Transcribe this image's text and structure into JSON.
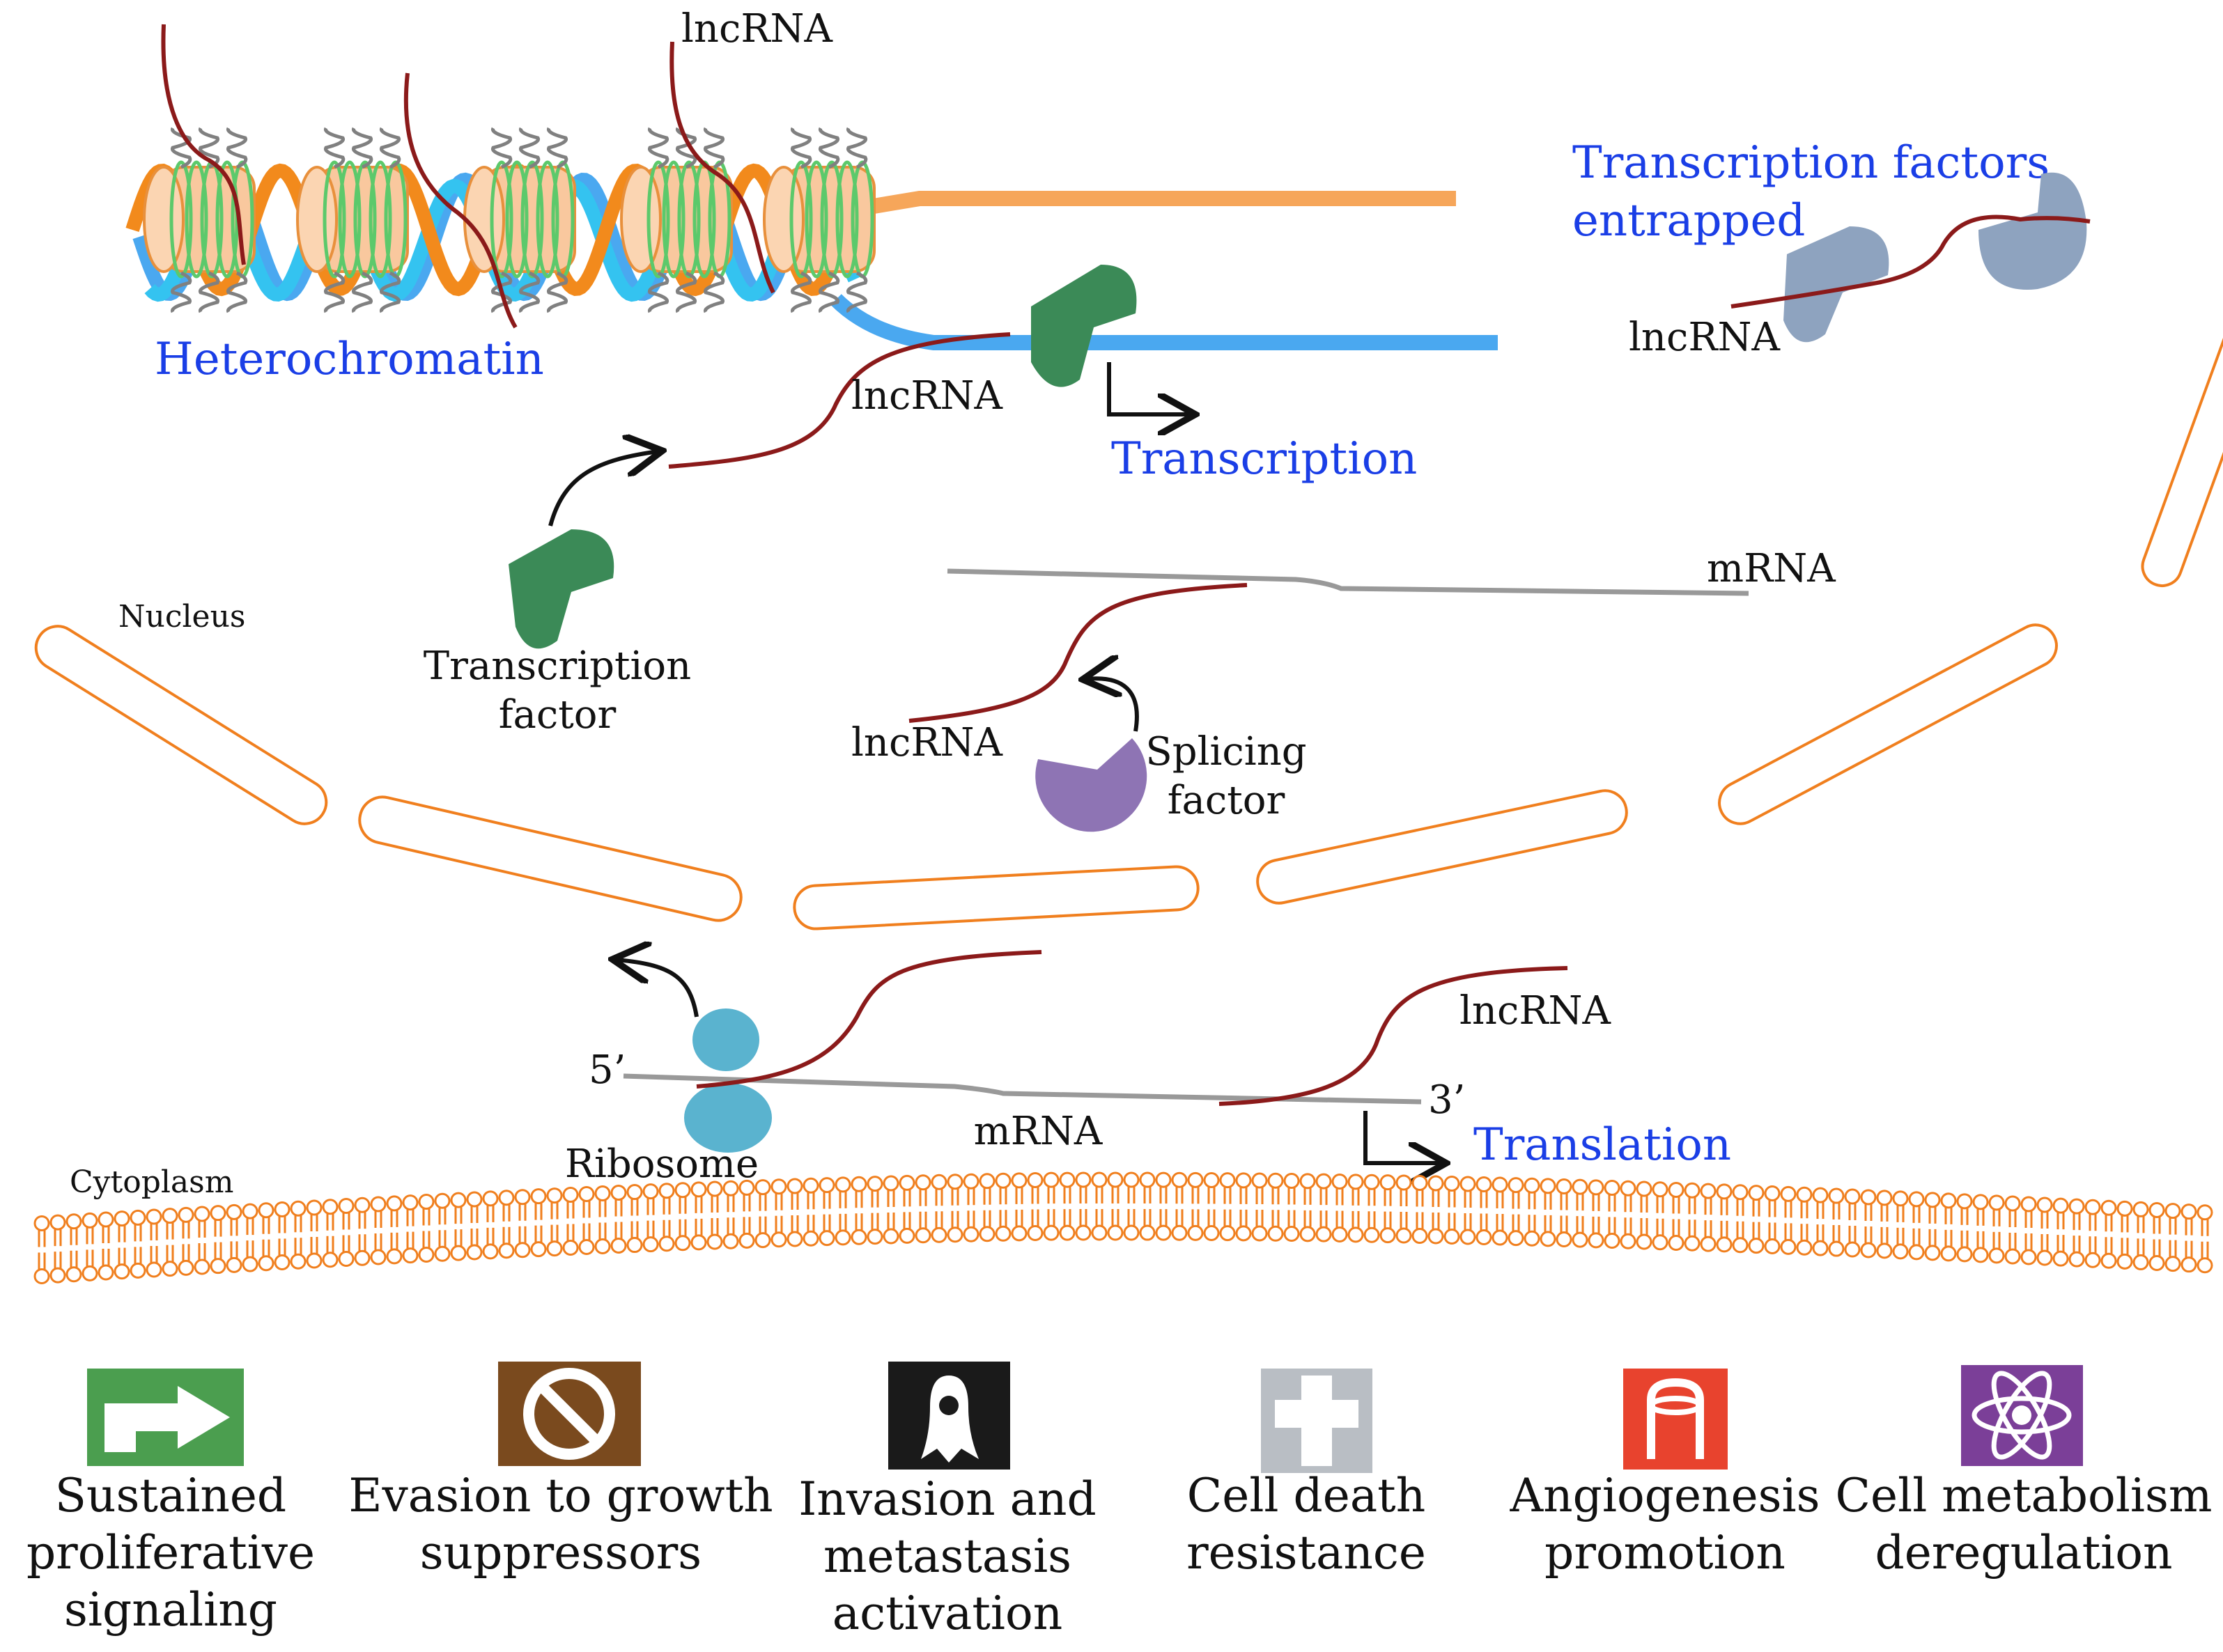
{
  "labels": {
    "lncrna_top": "lncRNA",
    "heterochromatin": "Heterochromatin",
    "lncrna_mid": "lncRNA",
    "transcription": "Transcription",
    "tf_entrapped_line1": "Transcription factors",
    "tf_entrapped_line2": "entrapped",
    "lncrna_entrapped": "lncRNA",
    "nucleus": "Nucleus",
    "transcription_factor_line1": "Transcription",
    "transcription_factor_line2": "factor",
    "mrna_nucleus": "mRNA",
    "lncrna_splicing": "lncRNA",
    "splicing_factor_line1": "Splicing",
    "splicing_factor_line2": "factor",
    "five_prime": "5’",
    "ribosome": "Ribosome",
    "mrna_cytoplasm": "mRNA",
    "three_prime": "3’",
    "lncrna_translation": "lncRNA",
    "translation": "Translation",
    "cytoplasm": "Cytoplasm"
  },
  "hallmarks": [
    {
      "icon": "arrow-icon",
      "color": "#4b9e4f",
      "lines": [
        "Sustained",
        "proliferative",
        "signaling"
      ]
    },
    {
      "icon": "prohibited-icon",
      "color": "#7a4a1e",
      "lines": [
        "Evasion to growth",
        "suppressors"
      ]
    },
    {
      "icon": "invasion-icon",
      "color": "#1a1a1a",
      "lines": [
        "Invasion and",
        "metastasis",
        "activation"
      ]
    },
    {
      "icon": "cross-icon",
      "color": "#b9bec4",
      "lines": [
        "Cell death",
        "resistance"
      ]
    },
    {
      "icon": "vessel-icon",
      "color": "#e8432e",
      "lines": [
        "Angiogenesis",
        "promotion"
      ]
    },
    {
      "icon": "atom-icon",
      "color": "#7b3f98",
      "lines": [
        "Cell metabolism",
        "deregulation"
      ]
    }
  ],
  "colors": {
    "lncrna": "#8b1a1a",
    "dna_blue": "#4aa8f0",
    "dna_orange": "#f6a65a",
    "transcription_factor": "#3b8a57",
    "entrapped_factor": "#8ea3bf",
    "splicing_factor": "#8e74b4",
    "ribosome": "#5ab3cf",
    "membrane": "#f07f1e",
    "label_blue": "#1a3ee6"
  }
}
